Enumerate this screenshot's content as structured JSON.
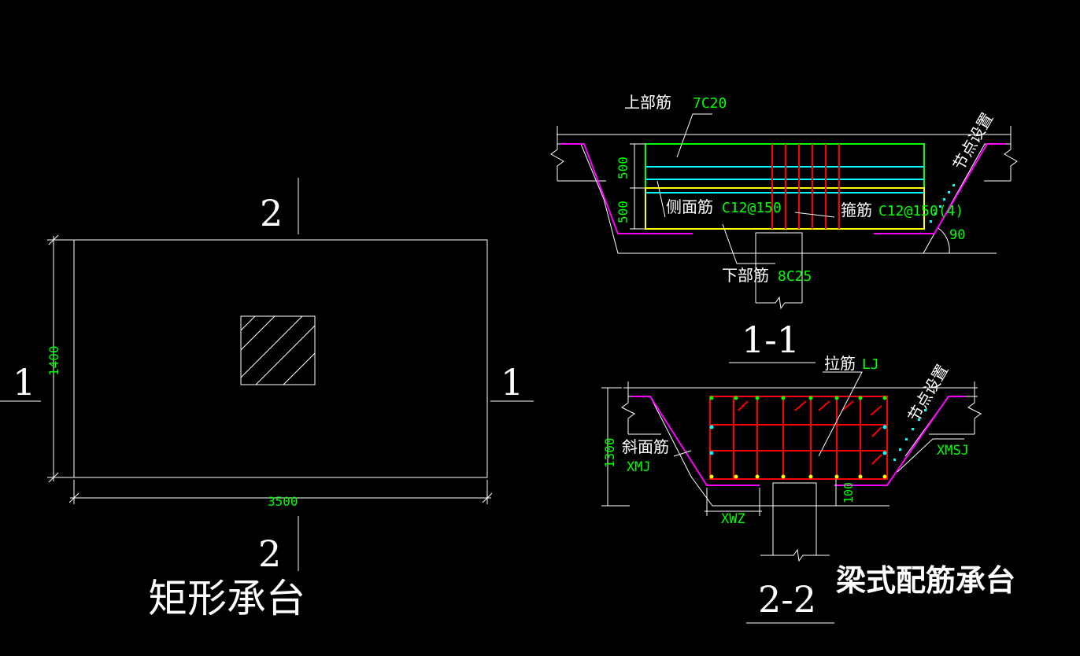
{
  "plan": {
    "title": "矩形承台",
    "width_dim": "3500",
    "height_dim": "1400",
    "section1_left": "1",
    "section1_right": "1",
    "section2_top": "2",
    "section2_bottom": "2"
  },
  "section_1_1": {
    "label": "1-1",
    "top_bar_label": "上部筋",
    "top_bar_value": "7C20",
    "side_bar_label": "侧面筋",
    "side_bar_value": "C12@150",
    "stirrup_label": "箍筋",
    "stirrup_value": "C12@150(4)",
    "bottom_bar_label": "下部筋",
    "bottom_bar_value": "8C25",
    "node_label": "节点设置",
    "angle": "90",
    "dim_upper": "500",
    "dim_lower": "500"
  },
  "section_2_2": {
    "label": "2-2",
    "tie_label": "拉筋",
    "tie_value": "LJ",
    "slope_label": "斜面筋",
    "slope_value": "XMJ",
    "slope_right_value": "XMSJ",
    "node_label": "节点设置",
    "xwz": "XWZ",
    "dim_height": "1300",
    "dim_cover": "100"
  },
  "caption": "梁式配筋承台",
  "colors": {
    "background": "#000000",
    "line": "#ffffff",
    "dim_text": "#00ff00",
    "rebar_red": "#ff0000",
    "rebar_green": "#00ff00",
    "rebar_cyan": "#00ffff",
    "rebar_yellow": "#ffff00",
    "slope_magenta": "#ff00ff"
  }
}
